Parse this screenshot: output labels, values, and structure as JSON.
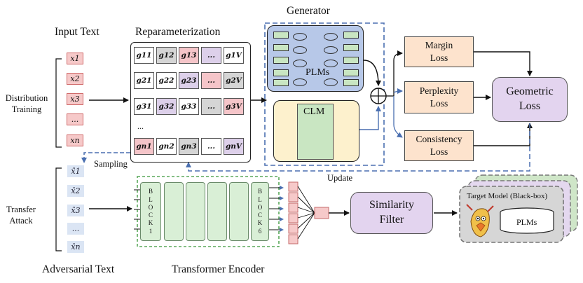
{
  "titles": {
    "input_text": "Input Text",
    "reparameterization": "Reparameterization",
    "generator": "Generator",
    "adversarial_text": "Adversarial Text",
    "transformer_encoder": "Transformer Encoder"
  },
  "side_labels": {
    "distribution_training": [
      "Distribution",
      "Training"
    ],
    "transfer_attack": [
      "Transfer",
      "Attack"
    ]
  },
  "input_tokens": [
    "x1",
    "x2",
    "x3",
    "...",
    "xn"
  ],
  "adversarial_tokens": [
    "x̂1",
    "x̂2",
    "x̂3",
    "...",
    "x̂n"
  ],
  "matrix": {
    "rows": [
      [
        "g11",
        "g12",
        "g13",
        "...",
        "g1V"
      ],
      [
        "g21",
        "g22",
        "g23",
        "...",
        "g2V"
      ],
      [
        "g31",
        "g32",
        "g33",
        "...",
        "g3V"
      ],
      [
        "...",
        "",
        "",
        "",
        ""
      ],
      [
        "gn1",
        "gn2",
        "gn3",
        "...",
        "gnV"
      ]
    ],
    "colors": [
      [
        "white",
        "gray",
        "red",
        "purple",
        "white"
      ],
      [
        "white",
        "white",
        "purple",
        "red",
        "gray"
      ],
      [
        "white",
        "purple",
        "white",
        "gray",
        "red"
      ],
      [],
      [
        "red",
        "white",
        "gray",
        "white",
        "purple"
      ]
    ]
  },
  "generator": {
    "plms_label": "PLMs",
    "clm_label": "CLM"
  },
  "losses": {
    "margin": [
      "Margin",
      "Loss"
    ],
    "perplexity": [
      "Perplexity",
      "Loss"
    ],
    "consistency": [
      "Consistency",
      "Loss"
    ],
    "geometric": [
      "Geometric",
      "Loss"
    ]
  },
  "arrows": {
    "sampling": "Sampling",
    "update": "Update"
  },
  "encoder": {
    "block1": [
      "B",
      "L",
      "O",
      "C",
      "K",
      "1"
    ],
    "block6": [
      "B",
      "L",
      "O",
      "C",
      "K",
      "6"
    ]
  },
  "similarity_filter": [
    "Similarity",
    "Filter"
  ],
  "target_model": {
    "title": "Target Model (Black-box)",
    "plms_label": "PLMs"
  },
  "colors": {
    "token_red": "#f6c9c9",
    "token_blue": "#dbe5f4",
    "plms_box": "#b7c8e8",
    "clm_green": "#c9e6c2",
    "loss_orange": "#fde3cd",
    "geometric_purple": "#e3d4ef",
    "dashed_blue": "#4a6fb0",
    "block_green": "#d9efd6"
  }
}
